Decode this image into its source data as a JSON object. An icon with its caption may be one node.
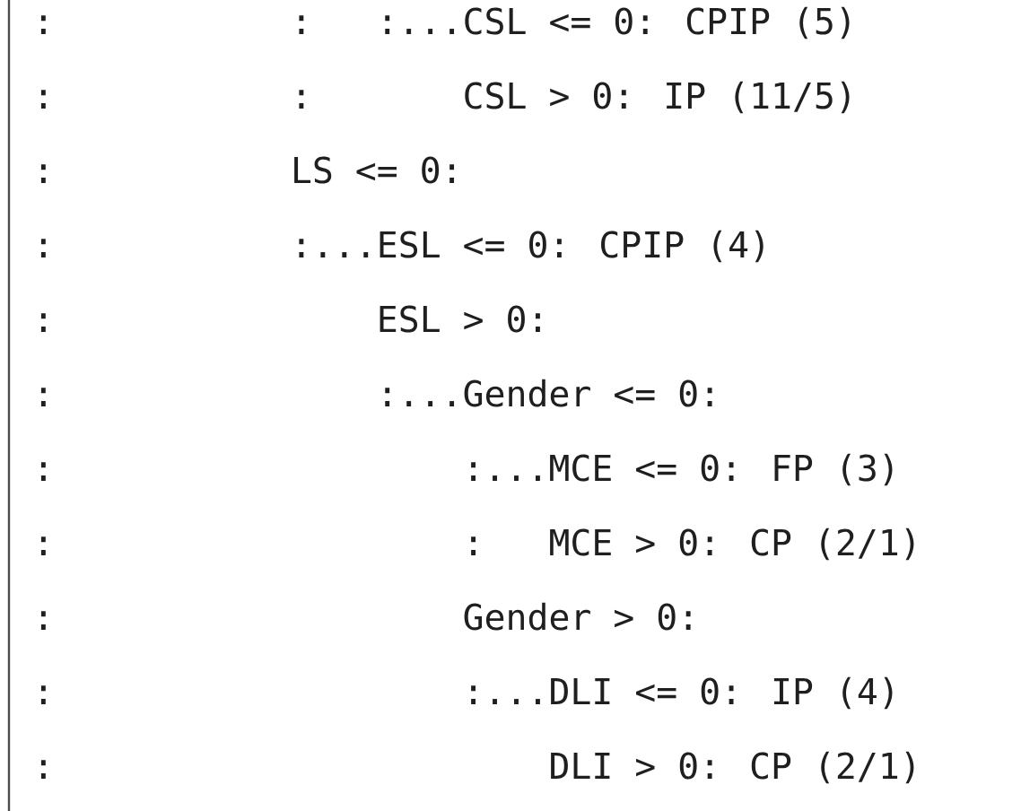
{
  "diagram": {
    "labels": [
      ":",
      ":",
      ":...CSL <= 0: CPIP (5)",
      ":",
      ":",
      "CSL > 0: IP (11/5)",
      ":",
      "LS <= 0:",
      ":",
      ":...ESL <= 0: CPIP (4)",
      ":",
      "ESL > 0:",
      ":",
      ":...Gender <= 0:",
      ":",
      ":...MCE <= 0: FP (3)",
      ":",
      ":",
      "MCE > 0: CP (2/1)",
      ":",
      "Gender > 0:",
      ":",
      ":...DLI <= 0: IP (4)",
      ":",
      "DLI > 0: CP (2/1)"
    ]
  }
}
